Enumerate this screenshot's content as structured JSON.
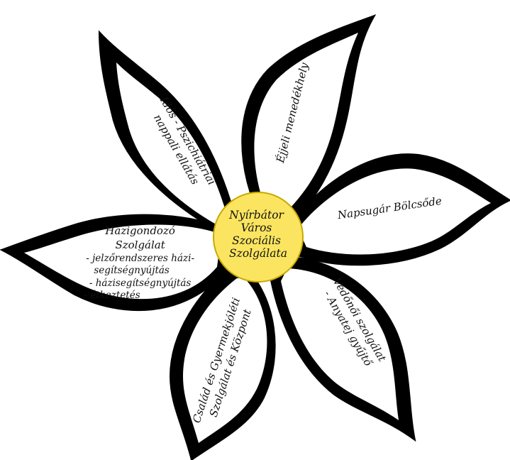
{
  "center": {
    "lines": [
      "Nyírbátor",
      "Város",
      "Szociális",
      "Szolgálata"
    ],
    "fill": "#fbe560",
    "stroke": "#c9a800"
  },
  "petals": [
    {
      "id": "ejjeli",
      "lines": [
        "Éjjeli menedékhely"
      ]
    },
    {
      "id": "napsugar",
      "lines": [
        "Napsugár Bölcsőde"
      ]
    },
    {
      "id": "vedonoi",
      "lines": [
        "Védőnői szolgálat",
        "- Anyatej gyűjtő"
      ]
    },
    {
      "id": "csalad",
      "lines": [
        "Család és Gyermekjóléti",
        "Szolgálat és Központ"
      ]
    },
    {
      "id": "hazigondozo",
      "lines": [
        "Házigondozó",
        "Szolgálat",
        "- jelzőrendszeres házi-",
        "segítségnyújtás",
        "- házisegítségnyújtás",
        "- étkeztetés"
      ]
    },
    {
      "id": "idos",
      "lines": [
        "Idős - Pszichiátriai",
        "nappali ellátás"
      ]
    }
  ]
}
